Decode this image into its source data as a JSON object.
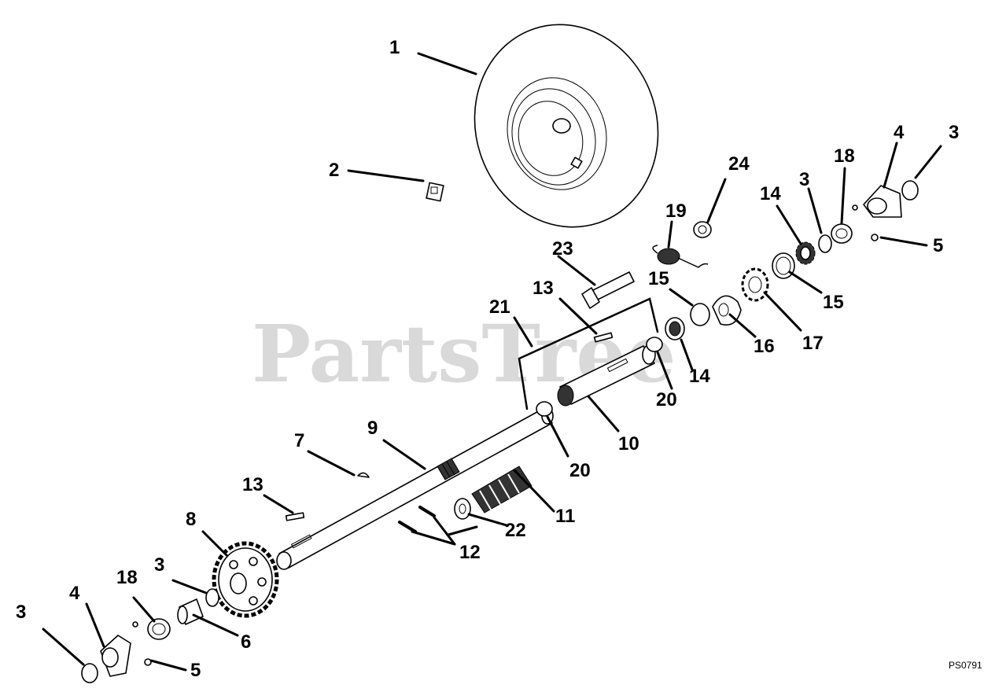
{
  "watermark": "PartsTree",
  "reference_code": "PS0791",
  "callouts": [
    "1",
    "2",
    "3",
    "3",
    "3",
    "3",
    "4",
    "4",
    "5",
    "5",
    "6",
    "7",
    "8",
    "9",
    "10",
    "11",
    "12",
    "13",
    "13",
    "14",
    "14",
    "15",
    "15",
    "16",
    "17",
    "18",
    "18",
    "19",
    "20",
    "20",
    "21",
    "22",
    "23",
    "24"
  ]
}
